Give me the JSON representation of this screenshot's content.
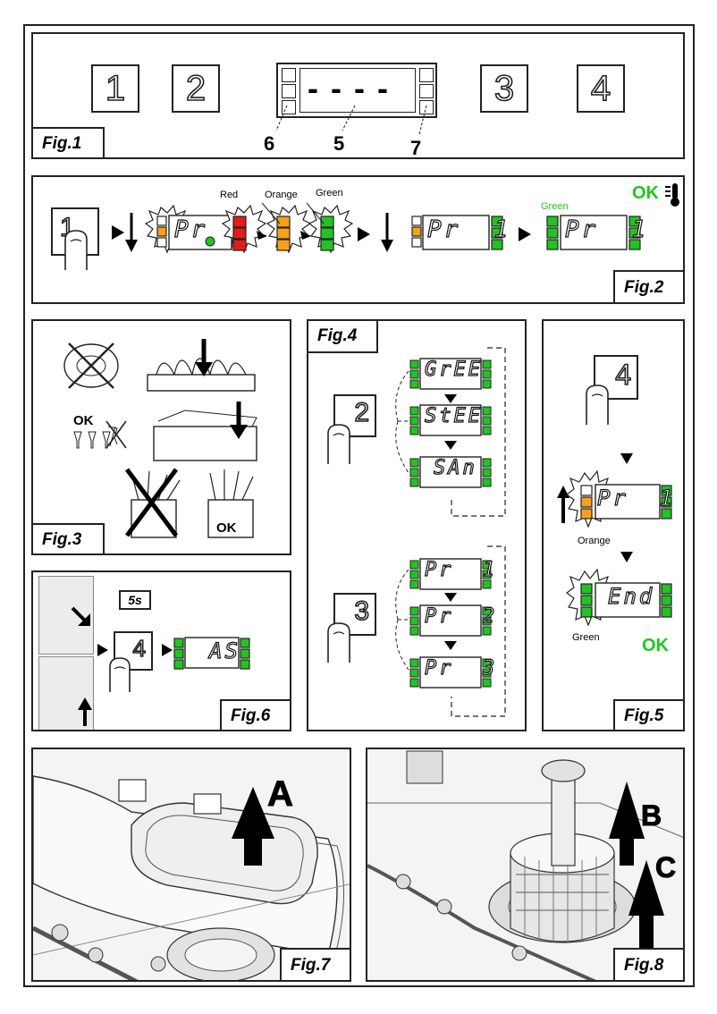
{
  "fig1": {
    "label": "Fig.1",
    "keys": [
      "1",
      "2",
      "3",
      "4"
    ],
    "callouts": [
      "6",
      "5",
      "7"
    ],
    "display_text": "----"
  },
  "fig2": {
    "label": "Fig.2",
    "key": "1",
    "display1": "Pr",
    "display2": "Pr  1",
    "display3": "Pr  1",
    "color_labels": {
      "red": "Red",
      "orange": "Orange",
      "green": "Green",
      "green_top": "Green"
    },
    "ok": "OK",
    "colors": {
      "red": "#e31b1b",
      "orange": "#f7a11a",
      "green": "#22c322"
    }
  },
  "fig3": {
    "label": "Fig.3",
    "ok1": "OK",
    "ok2": "OK"
  },
  "fig4": {
    "label": "Fig.4",
    "key_a": "2",
    "key_b": "3",
    "group_a": [
      "GrEE",
      "StEE",
      "SAn"
    ],
    "group_b": [
      "Pr  1",
      "Pr  2",
      "Pr  3"
    ]
  },
  "fig5": {
    "label": "Fig.5",
    "key": "4",
    "display1": "Pr  1",
    "display2": "End",
    "orange_label": "Orange",
    "green_label": "Green",
    "ok": "OK"
  },
  "fig6": {
    "label": "Fig.6",
    "time": "5s",
    "key": "4",
    "display": "AS"
  },
  "fig7": {
    "label": "Fig.7",
    "arrow_label": "A"
  },
  "fig8": {
    "label": "Fig.8",
    "arrow_labels": [
      "B",
      "C"
    ]
  }
}
